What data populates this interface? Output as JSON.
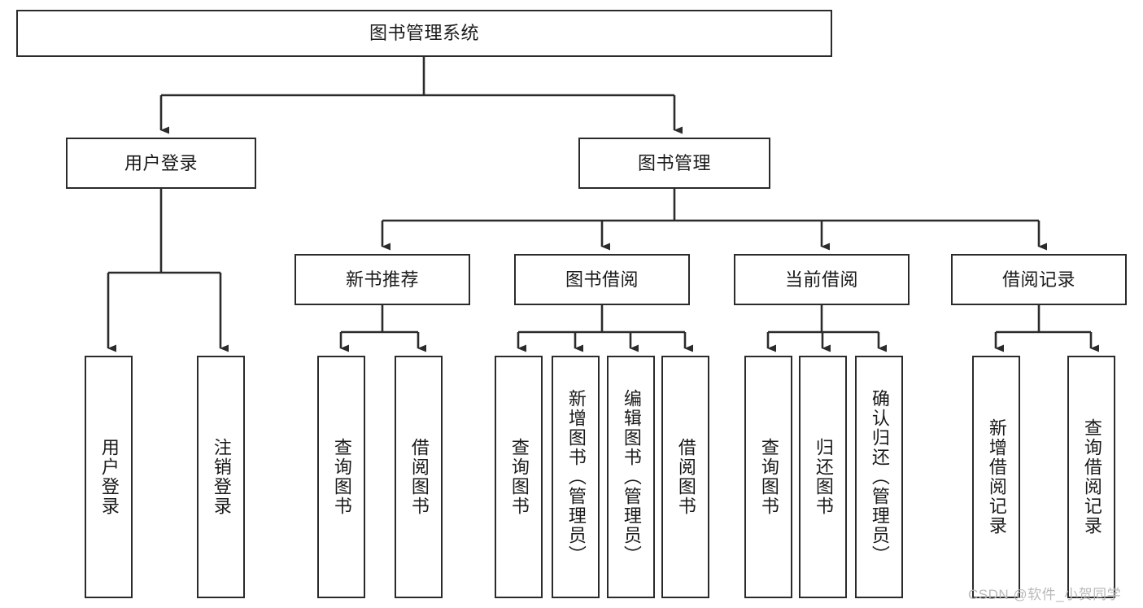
{
  "diagram": {
    "type": "tree-hierarchy",
    "title": "图书管理系统",
    "watermark": "CSDN @软件_小贺同学",
    "colors": {
      "box_border": "#2b2b2b",
      "box_fill": "#ffffff",
      "connector": "#2b2b2b",
      "text": "#1a1a1a",
      "watermark": "#b9b9b9",
      "background": "#ffffff"
    },
    "levels": [
      {
        "level": 1,
        "nodes": [
          {
            "id": "root",
            "label": "图书管理系统",
            "orientation": "horizontal"
          }
        ]
      },
      {
        "level": 2,
        "nodes": [
          {
            "id": "user-login",
            "label": "用户登录",
            "orientation": "horizontal",
            "parent": "root"
          },
          {
            "id": "book-manage",
            "label": "图书管理",
            "orientation": "horizontal",
            "parent": "root"
          }
        ]
      },
      {
        "level": 3,
        "nodes": [
          {
            "id": "new-book-recommend",
            "label": "新书推荐",
            "orientation": "horizontal",
            "parent": "book-manage"
          },
          {
            "id": "book-borrow",
            "label": "图书借阅",
            "orientation": "horizontal",
            "parent": "book-manage"
          },
          {
            "id": "current-borrow",
            "label": "当前借阅",
            "orientation": "horizontal",
            "parent": "book-manage"
          },
          {
            "id": "borrow-record",
            "label": "借阅记录",
            "orientation": "horizontal",
            "parent": "book-manage"
          }
        ]
      },
      {
        "level": 4,
        "nodes": [
          {
            "id": "leaf-user-login",
            "label": "用户登录",
            "orientation": "vertical",
            "parent": "user-login"
          },
          {
            "id": "leaf-logout",
            "label": "注销登录",
            "orientation": "vertical",
            "parent": "user-login"
          },
          {
            "id": "leaf-query-book-1",
            "label": "查询图书",
            "orientation": "vertical",
            "parent": "new-book-recommend"
          },
          {
            "id": "leaf-borrow-book-1",
            "label": "借阅图书",
            "orientation": "vertical",
            "parent": "new-book-recommend"
          },
          {
            "id": "leaf-query-book-2",
            "label": "查询图书",
            "orientation": "vertical",
            "parent": "book-borrow"
          },
          {
            "id": "leaf-add-book",
            "label": "新增图书（管理员）",
            "orientation": "vertical",
            "parent": "book-borrow"
          },
          {
            "id": "leaf-edit-book",
            "label": "编辑图书（管理员）",
            "orientation": "vertical",
            "parent": "book-borrow"
          },
          {
            "id": "leaf-borrow-book-2",
            "label": "借阅图书",
            "orientation": "vertical",
            "parent": "book-borrow"
          },
          {
            "id": "leaf-query-book-3",
            "label": "查询图书",
            "orientation": "vertical",
            "parent": "current-borrow"
          },
          {
            "id": "leaf-return-book",
            "label": "归还图书",
            "orientation": "vertical",
            "parent": "current-borrow"
          },
          {
            "id": "leaf-confirm-return",
            "label": "确认归还（管理员）",
            "orientation": "vertical",
            "parent": "current-borrow"
          },
          {
            "id": "leaf-add-record",
            "label": "新增借阅记录",
            "orientation": "vertical",
            "parent": "borrow-record"
          },
          {
            "id": "leaf-query-record",
            "label": "查询借阅记录",
            "orientation": "vertical",
            "parent": "borrow-record"
          }
        ]
      }
    ]
  }
}
